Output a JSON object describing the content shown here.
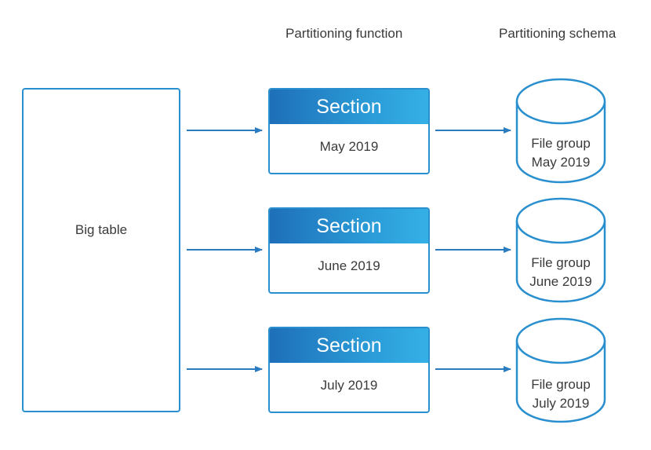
{
  "headers": {
    "function": "Partitioning function",
    "schema": "Partitioning schema"
  },
  "big_table": {
    "label": "Big table"
  },
  "sections": [
    {
      "title": "Section",
      "label": "May 2019"
    },
    {
      "title": "Section",
      "label": "June 2019"
    },
    {
      "title": "Section",
      "label": "July 2019"
    }
  ],
  "file_groups": [
    {
      "line1": "File group",
      "line2": "May 2019"
    },
    {
      "line1": "File group",
      "line2": "June 2019"
    },
    {
      "line1": "File group",
      "line2": "July 2019"
    }
  ],
  "colors": {
    "stroke": "#2a8fcf",
    "arrow": "#2a7cc0",
    "header_gradient_start": "#1e6fb8",
    "header_gradient_end": "#35b0e6",
    "text": "#3a3a3a"
  }
}
